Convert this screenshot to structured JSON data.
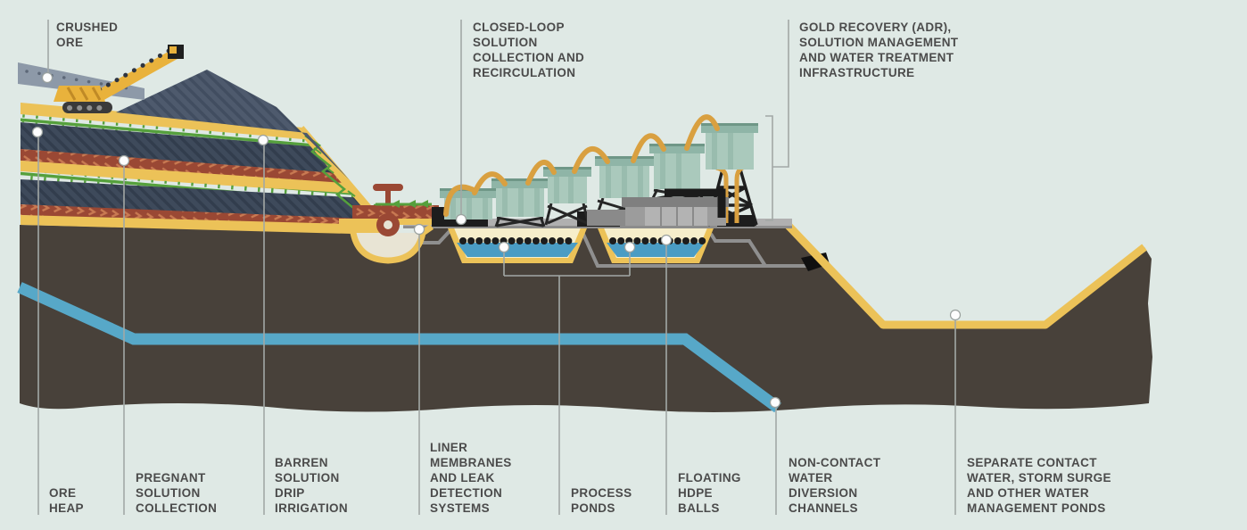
{
  "diagram": "heap-leach-gold-mine-cross-section",
  "callouts": {
    "crushed_ore": "CRUSHED\nORE",
    "closed_loop": "CLOSED-LOOP\nSOLUTION\nCOLLECTION AND\nRECIRCULATION",
    "gold_recovery": "GOLD RECOVERY (ADR),\nSOLUTION MANAGEMENT\nAND WATER TREATMENT\nINFRASTRUCTURE",
    "ore_heap": "ORE\nHEAP",
    "pregnant_solution": "PREGNANT\nSOLUTION\nCOLLECTION",
    "barren_solution": "BARREN\nSOLUTION\nDRIP\nIRRIGATION",
    "liner_membranes": "LINER\nMEMBRANES\nAND LEAK\nDETECTION\nSYSTEMS",
    "process_ponds": "PROCESS\nPONDS",
    "hdpe_balls": "FLOATING\nHDPE\nBALLS",
    "non_contact_water": "NON-CONTACT\nWATER\nDIVERSION\nCHANNELS",
    "separate_contact_water": "SEPARATE CONTACT\nWATER, STORM SURGE\nAND OTHER WATER\nMANAGEMENT PONDS"
  },
  "palette": {
    "background": "#dfe9e5",
    "ground": "#48413a",
    "liner_yellow": "#ecc258",
    "ore_navy": "#3e4a5b",
    "stockpile_slate": "#4e5a6d",
    "collection_red": "#9a4834",
    "drip_green": "#55a03c",
    "tank_teal": "#aac9bc",
    "pipe_orange": "#d9a040",
    "water_blue": "#57a8c8",
    "pond_water": "#4a9cc4",
    "pond_liner_inner": "#f6eecb",
    "structure_black": "#1d1d1d",
    "deck_gray": "#b0b0b0",
    "callout_line": "#a2a8a6",
    "label_text": "#4b4b4b"
  }
}
